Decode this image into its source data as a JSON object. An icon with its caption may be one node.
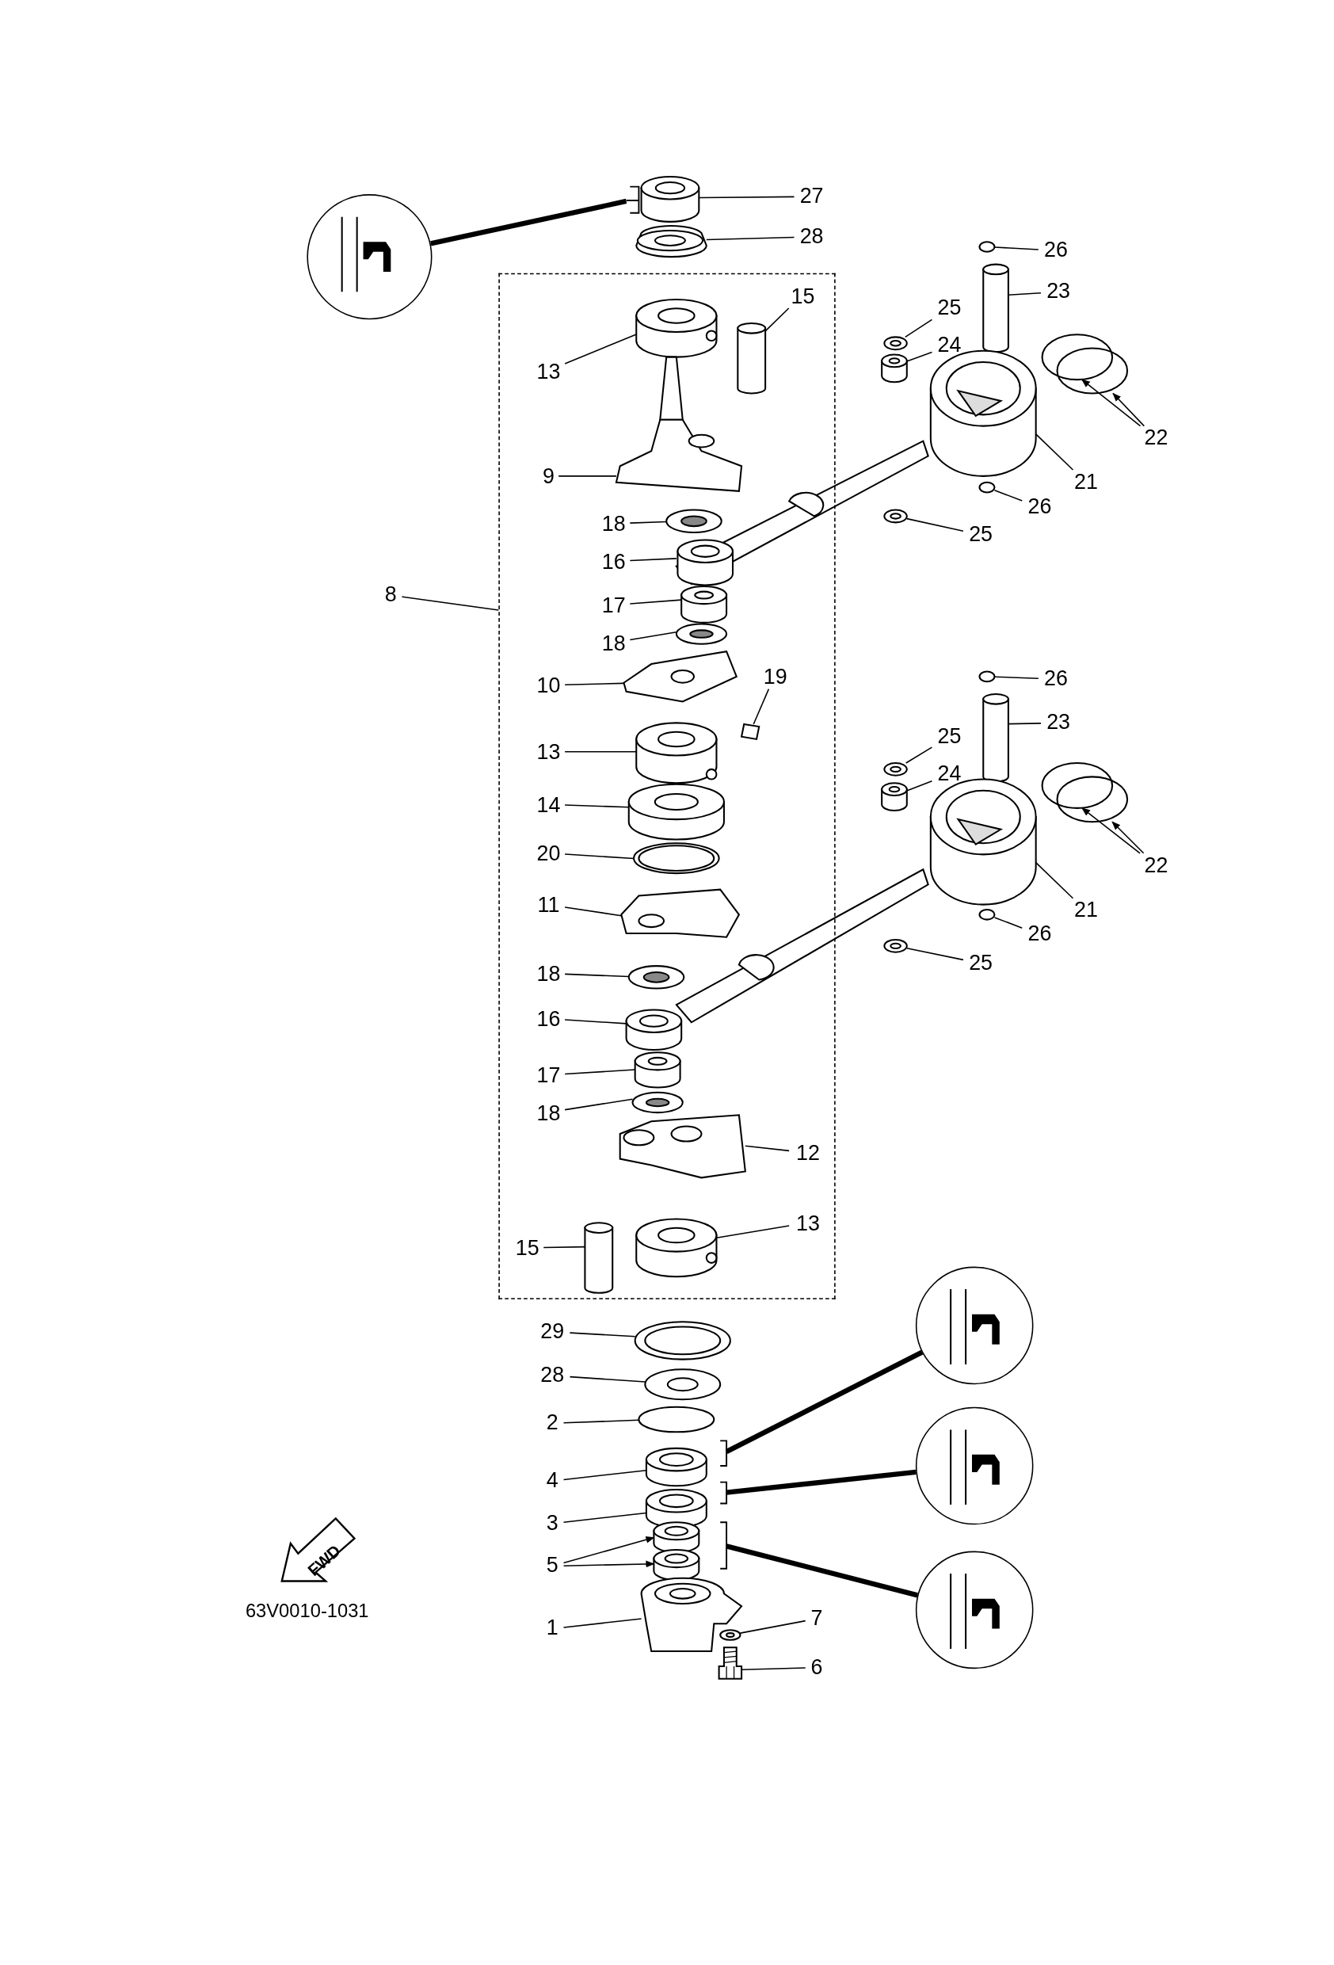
{
  "diagram": {
    "nodes": [
      {
        "text": [
          "27"
        ]
      },
      {
        "text": [
          "28"
        ]
      },
      {
        "text": [],
        "shape": "circle"
      },
      {
        "text": [],
        "shape": "box"
      },
      {
        "text": [
          "15"
        ],
        "in": 3
      },
      {
        "text": [
          "13"
        ],
        "in": 3
      },
      {
        "text": [
          "9"
        ],
        "in": 3
      },
      {
        "text": [
          "18"
        ],
        "in": 3
      },
      {
        "text": [
          "16"
        ],
        "in": 3
      },
      {
        "text": [
          "17"
        ],
        "in": 3
      },
      {
        "text": [
          "18"
        ],
        "in": 3
      },
      {
        "text": [
          "10"
        ],
        "in": 3
      },
      {
        "text": [
          "19"
        ],
        "in": 3
      },
      {
        "text": [
          "13"
        ],
        "in": 3
      },
      {
        "text": [
          "14"
        ],
        "in": 3
      },
      {
        "text": [
          "20"
        ],
        "in": 3
      },
      {
        "text": [
          "11"
        ],
        "in": 3
      },
      {
        "text": [
          "18"
        ],
        "in": 3
      },
      {
        "text": [
          "16"
        ],
        "in": 3
      },
      {
        "text": [
          "17"
        ],
        "in": 3
      },
      {
        "text": [
          "18"
        ],
        "in": 3
      },
      {
        "text": [
          "12"
        ],
        "in": 3
      },
      {
        "text": [
          "15"
        ],
        "in": 3
      },
      {
        "text": [
          "13"
        ],
        "in": 3
      },
      {
        "text": [
          "26"
        ]
      },
      {
        "text": [
          "23"
        ]
      },
      {
        "text": [
          "25"
        ]
      },
      {
        "text": [
          "24"
        ]
      },
      {
        "text": [
          "22"
        ]
      },
      {
        "text": [
          "21"
        ]
      },
      {
        "text": [
          "26"
        ]
      },
      {
        "text": [
          "25"
        ]
      },
      {
        "text": [
          "8"
        ]
      },
      {
        "text": [
          "26"
        ]
      },
      {
        "text": [
          "23"
        ]
      },
      {
        "text": [
          "25"
        ]
      },
      {
        "text": [
          "24"
        ]
      },
      {
        "text": [
          "22"
        ]
      },
      {
        "text": [
          "21"
        ]
      },
      {
        "text": [
          "26"
        ]
      },
      {
        "text": [
          "25"
        ]
      },
      {
        "text": [
          "29"
        ]
      },
      {
        "text": [
          "28"
        ]
      },
      {
        "text": [
          "2"
        ]
      },
      {
        "text": [
          "4"
        ]
      },
      {
        "text": [
          "3"
        ]
      },
      {
        "text": [
          "5"
        ]
      },
      {
        "text": [
          "1"
        ]
      },
      {
        "text": [
          "7"
        ]
      },
      {
        "text": [
          "6"
        ]
      },
      {
        "text": [],
        "shape": "circle"
      },
      {
        "text": [],
        "shape": "circle"
      },
      {
        "text": [],
        "shape": "circle"
      },
      {
        "text": [],
        "shape": "bracket"
      },
      {
        "text": [],
        "shape": "cylinder"
      },
      {
        "text": [],
        "shape": "picture"
      },
      {
        "text": [],
        "shape": "cylinder",
        "in": 3
      },
      {
        "text": [],
        "shape": "cylinder",
        "in": 3
      },
      {
        "text": [],
        "shape": "picture",
        "in": 3
      },
      {
        "text": [],
        "shape": "circle",
        "in": 3
      },
      {
        "text": [],
        "shape": "picture"
      },
      {
        "text": [],
        "shape": "cylinder",
        "in": 3
      },
      {
        "text": [],
        "shape": "circle",
        "in": 3
      },
      {
        "text": [],
        "shape": "picture",
        "in": 3
      },
      {
        "text": [],
        "shape": "box",
        "in": 3
      },
      {
        "text": [],
        "shape": "cylinder",
        "in": 3
      },
      {
        "text": [],
        "shape": "cylinder",
        "in": 3
      },
      {
        "text": [],
        "shape": "circle",
        "in": 3
      },
      {
        "text": [],
        "shape": "picture",
        "in": 3
      },
      {
        "text": [],
        "shape": "circle",
        "in": 3
      },
      {
        "text": [],
        "shape": "picture"
      },
      {
        "text": [],
        "shape": "cylinder",
        "in": 3
      },
      {
        "text": [],
        "shape": "circle",
        "in": 3
      },
      {
        "text": [],
        "shape": "picture",
        "in": 3
      },
      {
        "text": [],
        "shape": "cylinder",
        "in": 3
      },
      {
        "text": [],
        "shape": "cylinder",
        "in": 3
      },
      {
        "text": [],
        "shape": "circle"
      },
      {
        "text": [],
        "shape": "cylinder"
      },
      {
        "text": [],
        "shape": "circle"
      },
      {
        "text": [],
        "shape": "cylinder"
      },
      {
        "text": [],
        "shape": "circle"
      },
      {
        "text": [],
        "shape": "circle"
      },
      {
        "text": [],
        "shape": "picture"
      },
      {
        "text": [],
        "shape": "circle"
      },
      {
        "text": [],
        "shape": "circle"
      },
      {
        "text": [],
        "shape": "circle"
      },
      {
        "text": [],
        "shape": "cylinder"
      },
      {
        "text": [],
        "shape": "circle"
      },
      {
        "text": [],
        "shape": "cylinder"
      },
      {
        "text": [],
        "shape": "circle"
      },
      {
        "text": [],
        "shape": "circle"
      },
      {
        "text": [],
        "shape": "picture"
      },
      {
        "text": [],
        "shape": "circle"
      },
      {
        "text": [],
        "shape": "circle"
      },
      {
        "text": [],
        "shape": "circle"
      },
      {
        "text": [],
        "shape": "circle"
      },
      {
        "text": [],
        "shape": "circle"
      },
      {
        "text": [],
        "shape": "cylinder"
      },
      {
        "text": [],
        "shape": "cylinder"
      },
      {
        "text": [],
        "shape": "cylinder"
      },
      {
        "text": [],
        "shape": "cylinder"
      },
      {
        "text": [],
        "shape": "picture"
      },
      {
        "text": [],
        "shape": "circle"
      },
      {
        "text": [],
        "shape": "picture"
      },
      {
        "text": [],
        "shape": "bracket"
      },
      {
        "text": [],
        "shape": "bracket"
      },
      {
        "text": [],
        "shape": "bracket"
      }
    ],
    "edges": [
      {
        "from": 0,
        "to": 54,
        "arrow": "none"
      },
      {
        "from": 1,
        "to": 55,
        "arrow": "none"
      },
      {
        "from": 53,
        "to": 2,
        "arrow": "none",
        "style": "thick"
      },
      {
        "from": 4,
        "to": 57,
        "arrow": "none"
      },
      {
        "from": 5,
        "to": 56,
        "arrow": "none"
      },
      {
        "from": 6,
        "to": 58,
        "arrow": "none"
      },
      {
        "from": 7,
        "to": 59,
        "arrow": "none"
      },
      {
        "from": 8,
        "to": 60,
        "arrow": "none"
      },
      {
        "from": 9,
        "to": 61,
        "arrow": "none"
      },
      {
        "from": 10,
        "to": 62,
        "arrow": "none"
      },
      {
        "from": 11,
        "to": 63,
        "arrow": "none"
      },
      {
        "from": 12,
        "to": 64,
        "arrow": "none"
      },
      {
        "from": 13,
        "to": 65,
        "arrow": "none"
      },
      {
        "from": 14,
        "to": 66,
        "arrow": "none"
      },
      {
        "from": 15,
        "to": 67,
        "arrow": "none"
      },
      {
        "from": 16,
        "to": 68,
        "arrow": "none"
      },
      {
        "from": 17,
        "to": 69,
        "arrow": "none"
      },
      {
        "from": 18,
        "to": 70,
        "arrow": "none"
      },
      {
        "from": 19,
        "to": 71,
        "arrow": "none"
      },
      {
        "from": 20,
        "to": 72,
        "arrow": "none"
      },
      {
        "from": 21,
        "to": 73,
        "arrow": "none"
      },
      {
        "from": 22,
        "to": 74,
        "arrow": "none"
      },
      {
        "from": 23,
        "to": 75,
        "arrow": "none"
      },
      {
        "from": 24,
        "to": 76,
        "arrow": "none"
      },
      {
        "from": 25,
        "to": 77,
        "arrow": "none"
      },
      {
        "from": 26,
        "to": 78,
        "arrow": "none"
      },
      {
        "from": 27,
        "to": 79,
        "arrow": "none"
      },
      {
        "from": 28,
        "to": 80,
        "arrow": "to"
      },
      {
        "from": 28,
        "to": 81,
        "arrow": "to"
      },
      {
        "from": 29,
        "to": 82,
        "arrow": "none"
      },
      {
        "from": 30,
        "to": 83,
        "arrow": "none"
      },
      {
        "from": 31,
        "to": 84,
        "arrow": "none"
      },
      {
        "from": 32,
        "to": 3,
        "arrow": "none"
      },
      {
        "from": 33,
        "to": 85,
        "arrow": "none"
      },
      {
        "from": 34,
        "to": 86,
        "arrow": "none"
      },
      {
        "from": 35,
        "to": 87,
        "arrow": "none"
      },
      {
        "from": 36,
        "to": 88,
        "arrow": "none"
      },
      {
        "from": 37,
        "to": 89,
        "arrow": "to"
      },
      {
        "from": 37,
        "to": 90,
        "arrow": "to"
      },
      {
        "from": 38,
        "to": 91,
        "arrow": "none"
      },
      {
        "from": 39,
        "to": 92,
        "arrow": "none"
      },
      {
        "from": 40,
        "to": 93,
        "arrow": "none"
      },
      {
        "from": 41,
        "to": 94,
        "arrow": "none"
      },
      {
        "from": 42,
        "to": 95,
        "arrow": "none"
      },
      {
        "from": 43,
        "to": 96,
        "arrow": "none"
      },
      {
        "from": 44,
        "to": 97,
        "arrow": "none"
      },
      {
        "from": 45,
        "to": 98,
        "arrow": "none"
      },
      {
        "from": 46,
        "to": 99,
        "arrow": "to"
      },
      {
        "from": 46,
        "to": 100,
        "arrow": "to"
      },
      {
        "from": 47,
        "to": 101,
        "arrow": "none"
      },
      {
        "from": 48,
        "to": 102,
        "arrow": "none"
      },
      {
        "from": 49,
        "to": 103,
        "arrow": "none"
      },
      {
        "from": 104,
        "to": 50,
        "arrow": "none",
        "style": "thick"
      },
      {
        "from": 105,
        "to": 51,
        "arrow": "none",
        "style": "thick"
      },
      {
        "from": 106,
        "to": 52,
        "arrow": "none",
        "style": "thick"
      }
    ],
    "labels": [
      "FWD",
      "63V0010-1031"
    ]
  }
}
